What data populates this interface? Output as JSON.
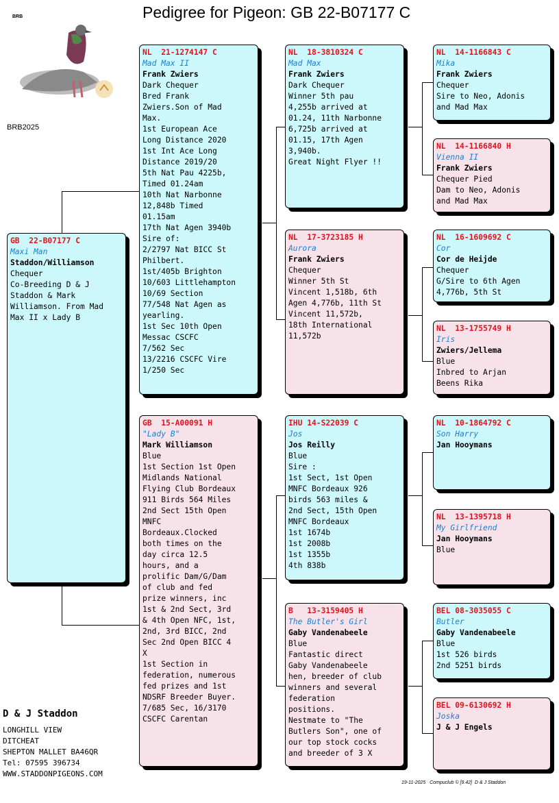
{
  "title": "Pedigree for Pigeon: GB  22-B07177 C",
  "logo_text": "BRB",
  "brb_code": "BRB2025",
  "owner": {
    "name": "D & J Staddon",
    "lines": [
      "LONGHILL VIEW",
      "DITCHEAT",
      "SHEPTON MALLET BA46QR",
      "Tel: 07595 396734",
      "WWW.STADDONPIGEONS.COM"
    ]
  },
  "stamp": "19-11-2025   Compuclub © [9.42]  D & J Staddon",
  "birds": {
    "subject": {
      "ring": "GB  22-B07177 C",
      "name": "Maxi Man",
      "breeder": "Staddon/Williamson",
      "desc": "Chequer\nCo-Breeding D & J\nStaddon & Mark\nWilliamson. From Mad\nMax II x Lady B"
    },
    "sire": {
      "ring": "NL  21-1274147 C",
      "name": "Mad Max II",
      "breeder": "Frank Zwiers",
      "desc": "Dark Chequer\nBred Frank\nZwiers.Son of Mad\nMax.\n1st European Ace\nLong Distance 2020\n1st Int Ace Long\nDistance 2019/20\n5th Nat Pau 4225b,\nTimed 01.24am\n10th Nat Narbonne\n12,848b Timed\n01.15am\n17th Nat Agen 3940b\nSire of:\n2/2797 Nat BICC St\nPhilbert.\n1st/405b Brighton\n10/603 Littlehampton\n10/69 Section\n77/548 Nat Agen as\nyearling.\n1st Sec 10th Open\nMessac CSCFC\n7/562 Sec\n13/2216 CSCFC Vire\n1/250 Sec"
    },
    "dam": {
      "ring": "GB  15-A00091 H",
      "name": "\"Lady B\"",
      "breeder": "Mark Williamson",
      "desc": "Blue\n1st Section 1st Open\nMidlands National\nFlying Club Bordeaux\n911 Birds 564 Miles\n2nd Sect 15th Open\nMNFC\nBordeaux.Clocked\nboth times on the\nday circa 12.5\nhours, and a\nprolific Dam/G/Dam\nof club and fed\nprize winners, inc\n1st & 2nd Sect, 3rd\n& 4th Open NFC, 1st,\n2nd, 3rd BICC, 2nd\nSec 2nd Open BICC 4\nX\n1st Section in\nfederation, numerous\nfed prizes and 1st\nNDSRF Breeder Buyer.\n7/685 Sec, 16/3170\nCSCFC Carentan"
    },
    "ss": {
      "ring": "NL  18-3810324 C",
      "name": "Mad Max",
      "breeder": "Frank Zwiers",
      "desc": "Dark Chequer\nWinner 5th pau\n4,255b arrived at\n01.24, 11th Narbonne\n6,725b arrived at\n01.15, 17th Agen\n3,940b.\nGreat Night Flyer !!"
    },
    "sd": {
      "ring": "NL  17-3723185 H",
      "name": "Aurora",
      "breeder": "Frank Zwiers",
      "desc": "Chequer\nWinner 5th St\nVincent 1,518b, 6th\nAgen 4,776b, 11th St\nVincent 11,572b,\n18th International\n11,572b"
    },
    "ds": {
      "ring": "IHU 14-S22039 C",
      "name": "Jos",
      "breeder": "Jos Reilly",
      "desc": "Blue\nSire :\n1st Sect, 1st Open\nMNFC Bordeaux 926\nbirds 563 miles &\n2nd Sect, 15th Open\nMNFC Bordeaux\n1st 1674b\n1st 2008b\n1st 1355b\n4th 838b"
    },
    "dd": {
      "ring": "B   13-3159405 H",
      "name": "The Butler's Girl",
      "breeder": "Gaby Vandenabeele",
      "desc": "Blue\nFantastic direct\nGaby Vandenabeele\nhen, breeder of club\nwinners and several\nfederation\npositions.\nNestmate to \"The\nButlers Son\", one of\nour top stock cocks\nand breeder of 3 X"
    },
    "sss": {
      "ring": "NL  14-1166843 C",
      "name": "Mika",
      "breeder": "Frank Zwiers",
      "desc": "Chequer\nSire to Neo, Adonis\nand Mad Max"
    },
    "ssd": {
      "ring": "NL  14-1166840 H",
      "name": "Vienna II",
      "breeder": "Frank Zwiers",
      "desc": "Chequer Pied\nDam to Neo, Adonis\nand Mad Max"
    },
    "sds": {
      "ring": "NL  16-1609692 C",
      "name": "Cor",
      "breeder": "Cor de Heijde",
      "desc": "Chequer\nG/Sire to 6th Agen\n4,776b, 5th St"
    },
    "sdd": {
      "ring": "NL  13-1755749 H",
      "name": "Iris",
      "breeder": "Zwiers/Jellema",
      "desc": "Blue\nInbred to Arjan\nBeens Rika"
    },
    "dss": {
      "ring": "NL  10-1864792 C",
      "name": "Son Harry",
      "breeder": "Jan Hooymans",
      "desc": ""
    },
    "dsd": {
      "ring": "NL  13-1395718 H",
      "name": "My Girlfriend",
      "breeder": "Jan Hooymans",
      "desc": "Blue"
    },
    "dds": {
      "ring": "BEL 08-3035055 C",
      "name": "Butler",
      "breeder": "Gaby Vandenabeele",
      "desc": "Blue\n1st 526 birds\n2nd 5251 birds"
    },
    "ddd": {
      "ring": "BEL 09-6130692 H",
      "name": "Joska",
      "breeder": "J & J Engels",
      "desc": ""
    }
  }
}
